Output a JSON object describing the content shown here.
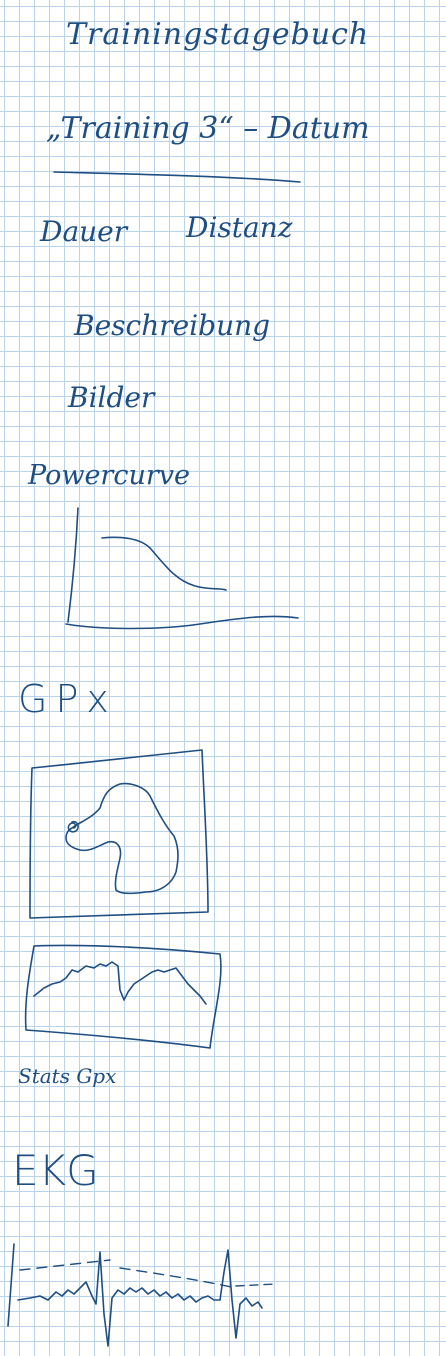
{
  "page": {
    "title": "Trainingstagebuch",
    "training_heading": "„Training 3“ – Datum",
    "fields": {
      "duration": "Dauer",
      "distance": "Distanz"
    },
    "description": "Beschreibung",
    "images": "Bilder",
    "powercurve": {
      "label": "Powercurve"
    },
    "gpx": {
      "label": "GPx",
      "stats_label": "Stats Gpx"
    },
    "ekg": {
      "label": "EKG"
    }
  },
  "colors": {
    "ink": "#1f4e82",
    "grid": "#b9d3ea",
    "paper": "#ffffff"
  }
}
